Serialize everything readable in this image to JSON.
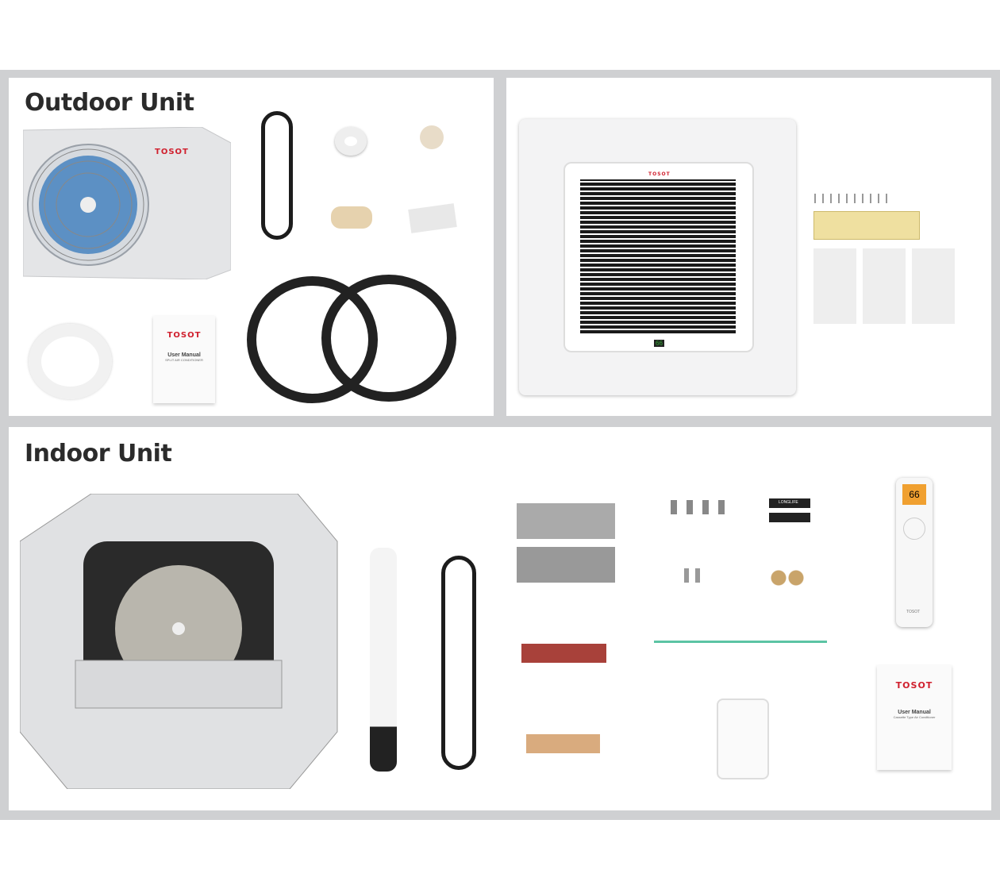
{
  "outdoor_panel": {
    "title": "Outdoor Unit",
    "unit_brand": "TOSOT",
    "manual": {
      "brand": "TOSOT",
      "title": "User Manual",
      "subtitle": "SPLIT AIR CONDITIONER"
    }
  },
  "cassette_panel": {
    "panel_brand": "TOSOT",
    "display": "66"
  },
  "indoor_panel": {
    "title": "Indoor Unit",
    "battery_label": "LONGLIFE",
    "remote": {
      "display": "66",
      "brand": "TOSOT"
    },
    "manual": {
      "brand": "TOSOT",
      "title": "User Manual",
      "subtitle": "Cassette Type Air Conditioner"
    }
  },
  "colors": {
    "band": "#cfd0d2",
    "brand_red": "#d0202e"
  }
}
